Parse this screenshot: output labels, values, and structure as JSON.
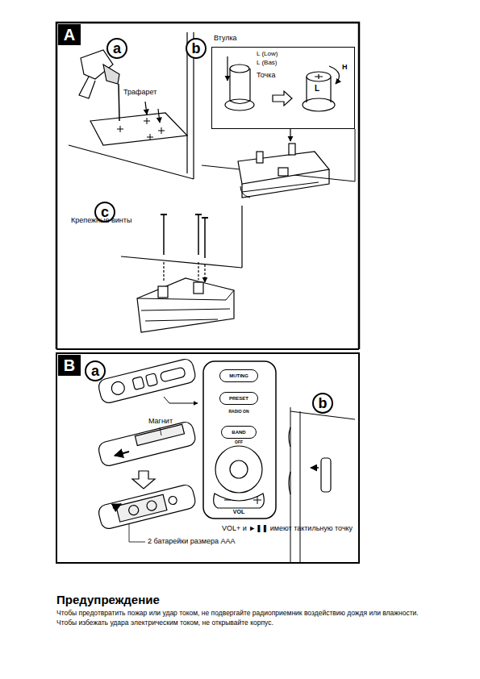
{
  "diagram": {
    "title": "Предупреждение",
    "nodes": [
      {
        "text": [
          "A"
        ]
      },
      {
        "text": [
          "a"
        ]
      },
      {
        "text": [
          "b"
        ]
      },
      {
        "text": [
          "c"
        ]
      },
      {
        "text": [
          "Втулка"
        ]
      },
      {
        "text": [
          "B"
        ]
      },
      {
        "text": [
          "a"
        ]
      },
      {
        "text": [
          "b"
        ]
      },
      {
        "text": [
          "MUTING"
        ]
      },
      {
        "text": [
          "PRESET"
        ]
      },
      {
        "text": [
          "BAND"
        ]
      }
    ],
    "labels": [
      "Трафарет",
      "L (Low)",
      "L (Bas)",
      "Точка",
      "H",
      "L",
      "Крепежные винты",
      "Магнит",
      "RADIO ON",
      "OFF",
      "VOL",
      "VOL+ и ►❚❚ имеют тактильную точку",
      "2 батарейки размера AAA",
      "Чтобы предотвратить пожар или удар током, не подвергайте радиоприемник воздействию дождя или влажности.",
      "Чтобы избежать удара электрическим током, не открывайте корпус."
    ]
  }
}
